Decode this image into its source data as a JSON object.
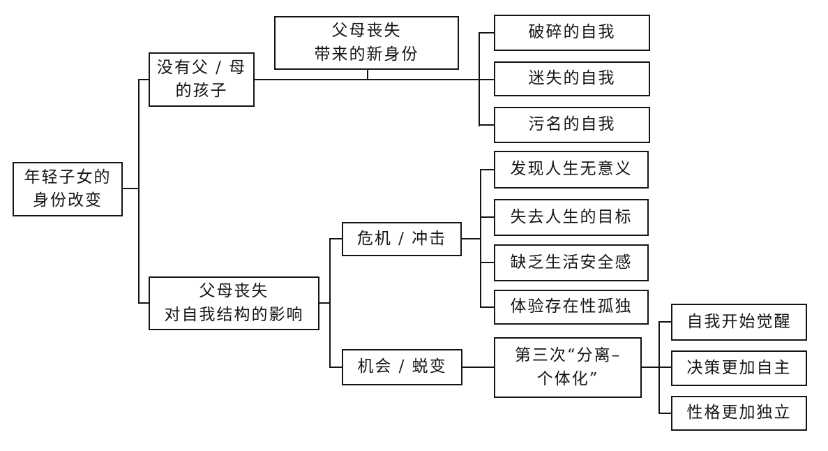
{
  "diagram": {
    "type": "mind-map",
    "direction": "left-to-right",
    "root": {
      "label": "年轻子女的\n身份改变"
    },
    "branches": [
      {
        "label": "没有父 / 母\n的孩子",
        "children": [
          {
            "label": "父母丧失\n带来的新身份",
            "children": [
              {
                "label": "破碎的自我"
              },
              {
                "label": "迷失的自我"
              },
              {
                "label": "污名的自我"
              }
            ]
          }
        ]
      },
      {
        "label": "父母丧失\n对自我结构的影响",
        "children": [
          {
            "label": "危机 / 冲击",
            "children": [
              {
                "label": "发现人生无意义"
              },
              {
                "label": "失去人生的目标"
              },
              {
                "label": "缺乏生活安全感"
              },
              {
                "label": "体验存在性孤独"
              }
            ]
          },
          {
            "label": "机会 / 蜕变",
            "children": [
              {
                "label": "第三次“分离–\n个体化”",
                "children": [
                  {
                    "label": "自我开始觉醒"
                  },
                  {
                    "label": "决策更加自主"
                  },
                  {
                    "label": "性格更加独立"
                  }
                ]
              }
            ]
          }
        ]
      }
    ]
  },
  "colors": {
    "background": "#ffffff",
    "line": "#141414",
    "text": "#141414"
  }
}
